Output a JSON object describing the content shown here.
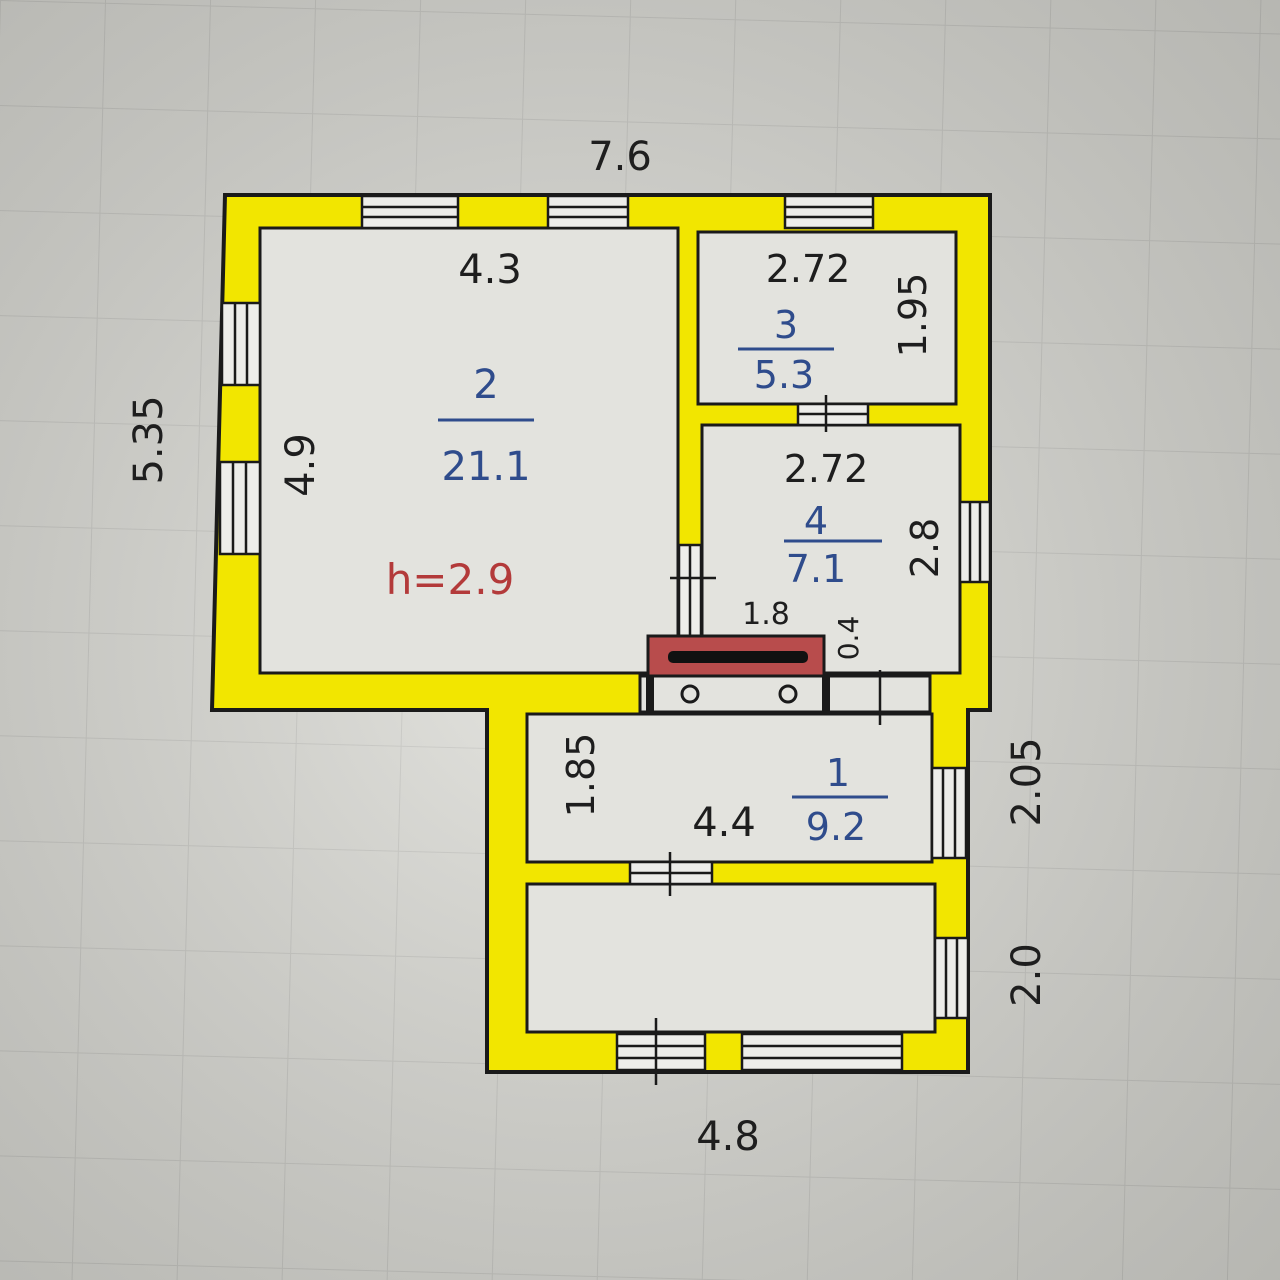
{
  "plan": {
    "colors": {
      "wall": "#f2e600",
      "outline": "#1a1a1a",
      "room_number": "#2f4c8c",
      "height_text": "#b33a3a",
      "stove": "#b84c4c",
      "paper": "#dcdcd6"
    },
    "outer": {
      "top_width": "7.6",
      "left_height": "5.35",
      "bottom_width": "4.8",
      "right_upper": "2.05",
      "right_lower": "2.0"
    },
    "rooms": [
      {
        "number": "2",
        "area": "21.1",
        "width": "4.3",
        "length": "4.9"
      },
      {
        "number": "3",
        "area": "5.3",
        "width": "2.72",
        "length": "1.95"
      },
      {
        "number": "4",
        "area": "7.1",
        "width": "2.72",
        "length": "2.8"
      },
      {
        "number": "1",
        "area": "9.2",
        "width": "4.4",
        "length": "1.85"
      }
    ],
    "ceiling_height": "h=2.9",
    "stove": {
      "width": "1.8",
      "depth": "0.4"
    }
  }
}
